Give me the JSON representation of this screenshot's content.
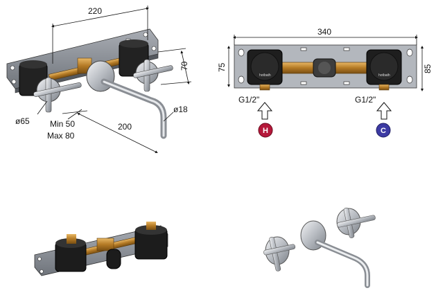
{
  "drawing": {
    "dims": {
      "width_220": "220",
      "height_70": "70",
      "diameter_65": "ø65",
      "min_50": "Min 50",
      "max_80": "Max 80",
      "spout_200": "200",
      "diameter_18": "ø18",
      "width_340": "340",
      "height_75": "75",
      "height_85": "85"
    },
    "connections": {
      "left_thread": "G1/2\"",
      "right_thread": "G1/2\"",
      "hot_label": "H",
      "cold_label": "C"
    },
    "colors": {
      "hot": "#b5183a",
      "cold": "#3c3aa3",
      "plate": "#8a8f97",
      "brass": "#c8923a",
      "body": "#1e1e1e",
      "chrome": "#c9ccd1"
    }
  }
}
